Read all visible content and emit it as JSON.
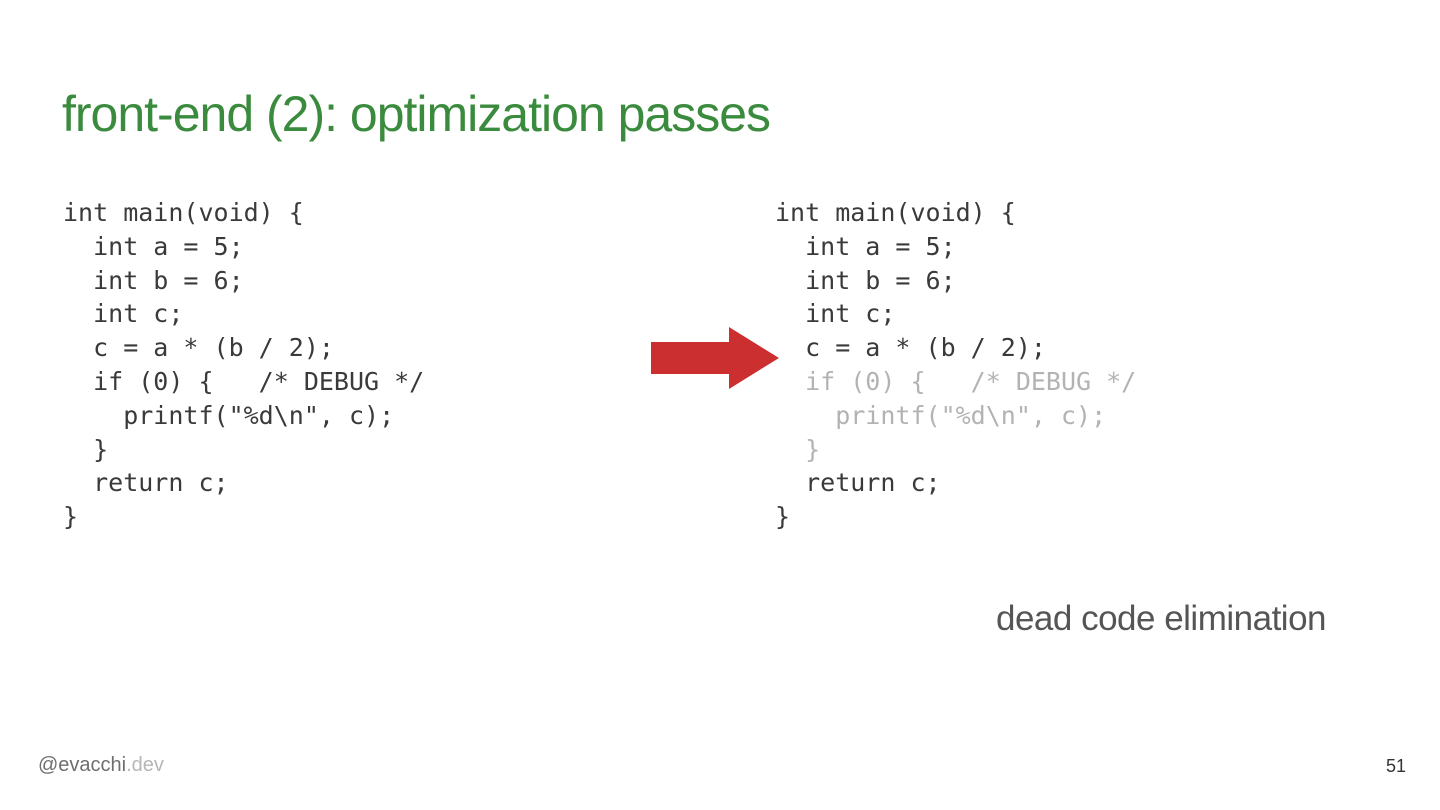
{
  "title": "front-end (2): optimization passes",
  "code_before": {
    "lines": [
      {
        "text": "int main(void) {",
        "dead": false
      },
      {
        "text": "  int a = 5;",
        "dead": false
      },
      {
        "text": "  int b = 6;",
        "dead": false
      },
      {
        "text": "  int c;",
        "dead": false
      },
      {
        "text": "  c = a * (b / 2);",
        "dead": false
      },
      {
        "text": "  if (0) {   /* DEBUG */",
        "dead": false
      },
      {
        "text": "    printf(\"%d\\n\", c);",
        "dead": false
      },
      {
        "text": "  }",
        "dead": false
      },
      {
        "text": "  return c;",
        "dead": false
      },
      {
        "text": "}",
        "dead": false
      }
    ]
  },
  "code_after": {
    "lines": [
      {
        "text": "int main(void) {",
        "dead": false
      },
      {
        "text": "  int a = 5;",
        "dead": false
      },
      {
        "text": "  int b = 6;",
        "dead": false
      },
      {
        "text": "  int c;",
        "dead": false
      },
      {
        "text": "  c = a * (b / 2);",
        "dead": false
      },
      {
        "text": "  if (0) {   /* DEBUG */",
        "dead": true
      },
      {
        "text": "    printf(\"%d\\n\", c);",
        "dead": true
      },
      {
        "text": "  }",
        "dead": true
      },
      {
        "text": "  return c;",
        "dead": false
      },
      {
        "text": "}",
        "dead": false
      }
    ]
  },
  "arrow": {
    "icon": "right-arrow-icon",
    "color": "#cc2f2f"
  },
  "caption": "dead code elimination",
  "footer": {
    "handle_main": "@evacchi",
    "handle_domain": ".dev",
    "page_number": "51"
  },
  "colors": {
    "title": "#3a8b3d",
    "code": "#3a3a3a",
    "dead_code": "#b3b3b3",
    "arrow": "#cc2f2f"
  }
}
